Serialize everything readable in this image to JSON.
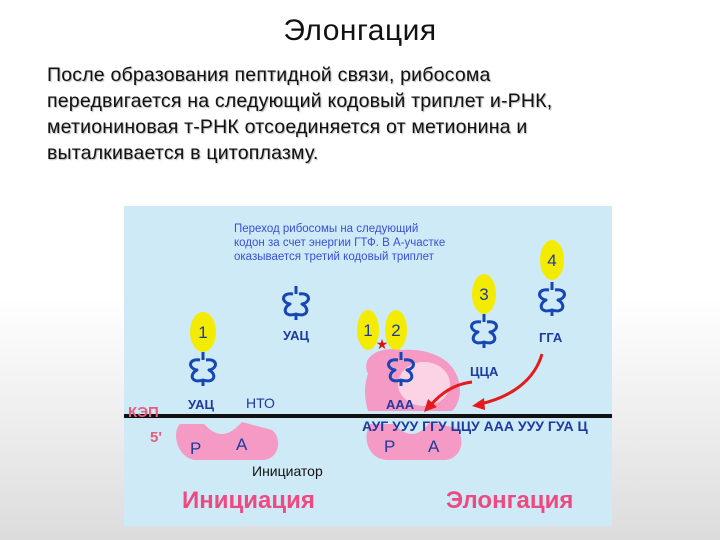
{
  "slide": {
    "title": "Элонгация",
    "text_lines": [
      "После образования пептидной связи, рибосома",
      "передвигается на следующий кодовый триплет и-РНК,",
      "метиониновая т-РНК отсоединяется от метионина и",
      "выталкивается в цитоплазму."
    ]
  },
  "figure": {
    "caption_lines": [
      "Переход рибосомы на следующий",
      "кодон за счет энергии ГТФ. В А-участке",
      "оказывается третий кодовый триплет"
    ],
    "cap_label": "КЭП",
    "five_prime": "5'",
    "nto_label": "НТО",
    "initiator_label": "Инициатор",
    "initiation_label": "Инициация",
    "elongation_label": "Элонгация",
    "left_trna": {
      "amino": "1",
      "anticodon": "УАЦ"
    },
    "left_ribosome": {
      "site_p": "Р",
      "site_a": "А"
    },
    "floating_trna": {
      "anticodon": "УАЦ"
    },
    "right_ribosome": {
      "amino_1": "1",
      "amino_2": "2",
      "anticodon": "ААА",
      "site_p": "Р",
      "site_a": "А"
    },
    "trna_3": {
      "amino": "3",
      "anticodon": "ЦЦА"
    },
    "trna_4": {
      "amino": "4",
      "anticodon": "ГГА"
    },
    "mrna_sequence": "АУГ УУУ ГГУ ЦЦУ ААА УУУ ГУА Ц",
    "colors": {
      "background": "#cdeaf6",
      "amino_acid": "#f4ec00",
      "trna": "#1747b3",
      "ribosome": "#f49ac4",
      "site_circle": "#ffffff",
      "arrow": "#e41b1b",
      "caption": "#3a4fd6",
      "mrna_text": "#1d3a9e",
      "stage_label": "#ee4a82",
      "cap": "#e85c7e"
    }
  }
}
